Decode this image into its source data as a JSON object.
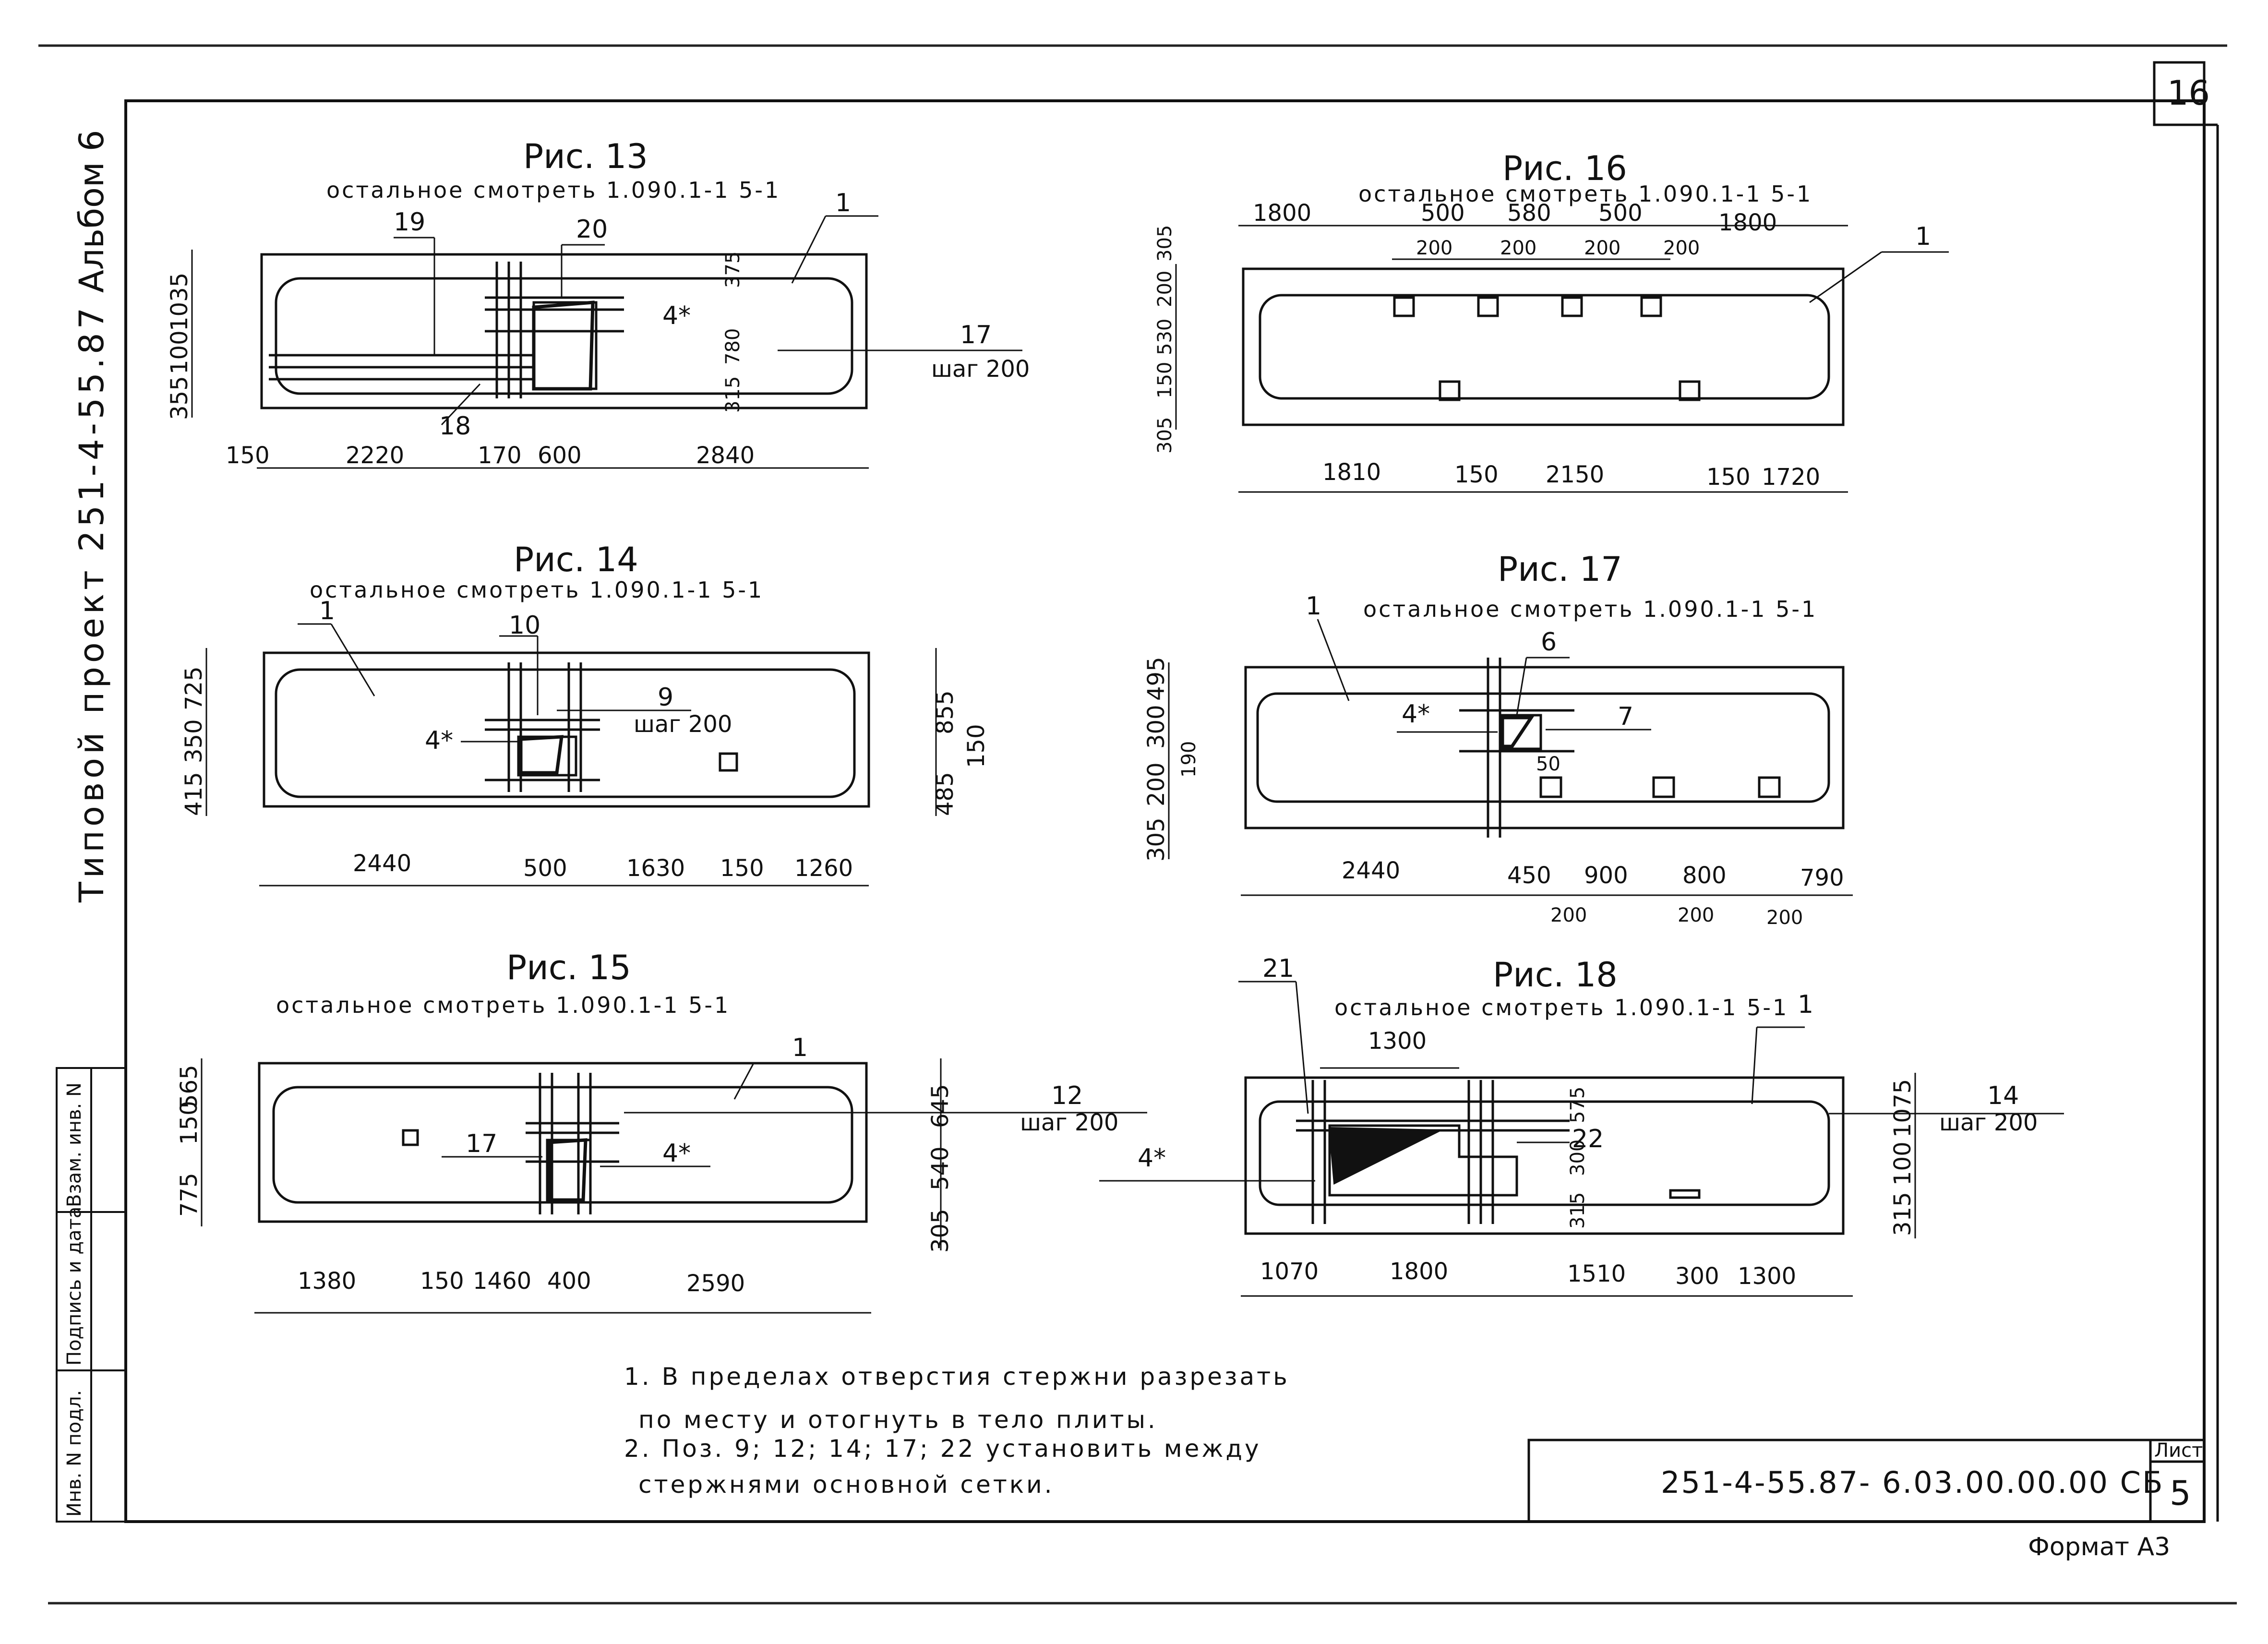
{
  "sheet_number_top": "16",
  "album": "Альбом 6",
  "project": "Типовой проект 251-4-55.87",
  "side_table": [
    "Инв. N подл.",
    "Подпись и дата",
    "Взам. инв. N"
  ],
  "figures": {
    "f13": {
      "title": "Рис. 13",
      "subtitle": "остальное смотреть 1.090.1-1 5-1",
      "callouts": [
        "19",
        "20",
        "1",
        "17",
        "шаг 200",
        "18",
        "4*"
      ],
      "dims_bottom": [
        "150",
        "2220",
        "170",
        "600",
        "2840"
      ],
      "dims_left": [
        "1035",
        "100",
        "355"
      ],
      "dims_inner": [
        "375",
        "780",
        "315"
      ]
    },
    "f14": {
      "title": "Рис. 14",
      "subtitle": "остальное смотреть 1.090.1-1 5-1",
      "callouts": [
        "1",
        "10",
        "9",
        "шаг 200",
        "4*"
      ],
      "dims_bottom": [
        "2440",
        "500",
        "1630",
        "150",
        "1260"
      ],
      "dims_left": [
        "725",
        "350",
        "415"
      ],
      "dims_right": [
        "855",
        "150",
        "485"
      ]
    },
    "f15": {
      "title": "Рис. 15",
      "subtitle": "остальное смотреть 1.090.1-1 5-1",
      "callouts": [
        "1",
        "12",
        "шаг 200",
        "17",
        "4*"
      ],
      "dims_bottom": [
        "1380",
        "150",
        "1460",
        "400",
        "2590"
      ],
      "dims_left": [
        "565",
        "150",
        "775"
      ],
      "dims_right": [
        "645",
        "540",
        "305"
      ]
    },
    "f16": {
      "title": "Рис. 16",
      "subtitle": "остальное смотреть 1.090.1-1 5-1",
      "callouts": [
        "1"
      ],
      "dims_top": [
        "1800",
        "500",
        "580",
        "500",
        "1800"
      ],
      "dims_top_small": [
        "200",
        "200",
        "200",
        "200"
      ],
      "dims_bottom": [
        "1810",
        "150",
        "2150",
        "150",
        "1720"
      ],
      "dims_left": [
        "305",
        "200",
        "530",
        "150",
        "305"
      ]
    },
    "f17": {
      "title": "Рис. 17",
      "subtitle": "остальное смотреть 1.090.1-1 5-1",
      "callouts": [
        "1",
        "6",
        "7",
        "4*",
        "50"
      ],
      "dims_bottom": [
        "2440",
        "450",
        "900",
        "800",
        "790"
      ],
      "dims_bottom_small": [
        "200",
        "200",
        "200"
      ],
      "dims_left": [
        "495",
        "300",
        "190",
        "200",
        "305"
      ]
    },
    "f18": {
      "title": "Рис. 18",
      "subtitle": "остальное смотреть 1.090.1-1 5-1",
      "callouts": [
        "21",
        "1",
        "14",
        "шаг 200",
        "22",
        "4*",
        "1300"
      ],
      "dims_bottom": [
        "1070",
        "1800",
        "1510",
        "300",
        "1300"
      ],
      "dims_right": [
        "1075",
        "100",
        "315"
      ],
      "dims_inner": [
        "575",
        "300",
        "315"
      ]
    }
  },
  "notes": [
    "1. В пределах отверстия стержни разрезать",
    "по месту и отогнуть в тело плиты.",
    "2. Поз. 9; 12; 14; 17; 22 установить между",
    "стержнями основной сетки."
  ],
  "stamp": {
    "code": "251-4-55.87- 6.03.00.00.00 СБ",
    "sheet_label": "Лист",
    "sheet_value": "5"
  },
  "format": "Формат А3"
}
